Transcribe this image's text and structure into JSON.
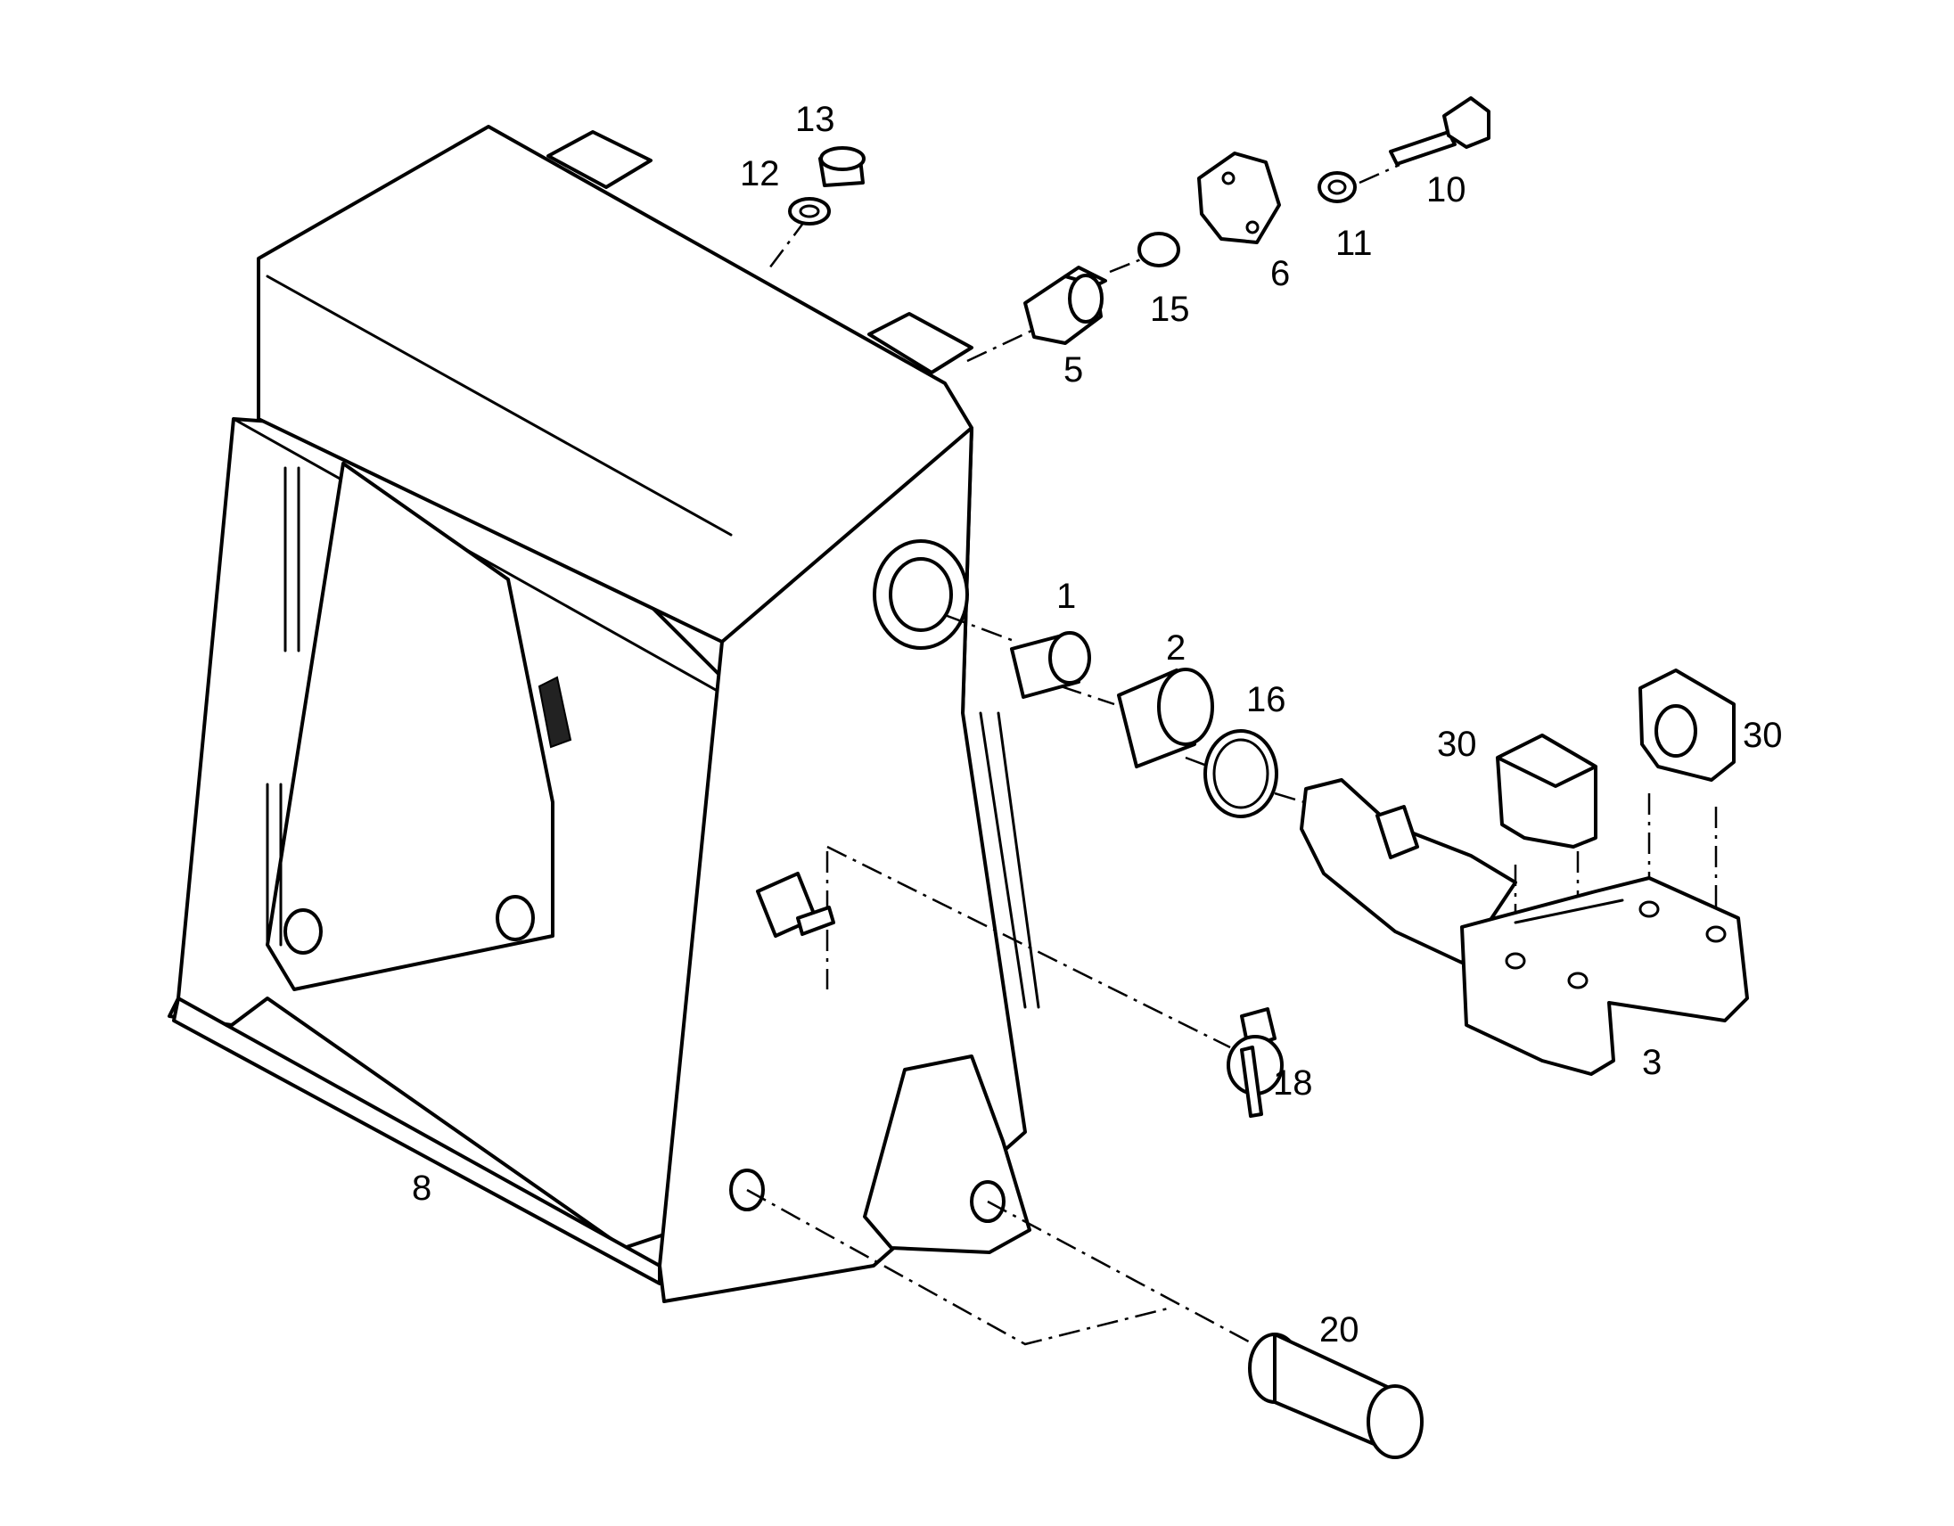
{
  "colors": {
    "line": "#000000",
    "background": "#ffffff"
  },
  "callouts": {
    "c1": "1",
    "c2": "2",
    "c3": "3",
    "c5": "5",
    "c6": "6",
    "c8": "8",
    "c10": "10",
    "c11": "11",
    "c12": "12",
    "c13": "13",
    "c15": "15",
    "c16": "16",
    "c18": "18",
    "c20": "20",
    "c30a": "30",
    "c30b": "30"
  }
}
